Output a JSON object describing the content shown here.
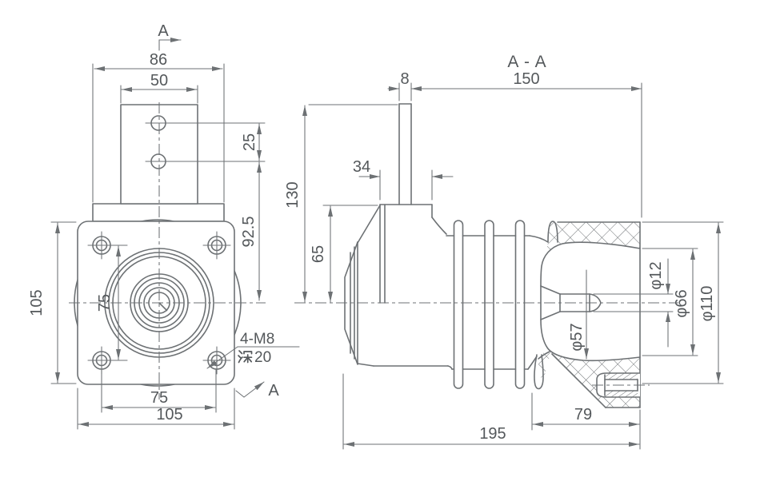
{
  "colors": {
    "line": "#6d7174",
    "text": "#54585b",
    "background": "#ffffff"
  },
  "front_view": {
    "section_marker_top": "A",
    "section_marker_bottom": "A",
    "dim_top_width_outer": "86",
    "dim_top_width_inner": "50",
    "dim_hole_pitch": "25",
    "dim_hole_to_centerline": "92.5",
    "dim_flange_size_left": "105",
    "dim_bolt_pitch_left": "75",
    "dim_bolt_pitch_bottom": "75",
    "dim_flange_size_bottom": "105",
    "thread_note": "4-M8",
    "thread_depth_note": "深20",
    "thread_depth_value": "20"
  },
  "section_view": {
    "title": "A - A",
    "dim_tab_thickness": "8",
    "dim_tab_to_end": "150",
    "dim_boss_width": "34",
    "dim_tab_height": "130",
    "dim_boss_height": "65",
    "dim_pin_diameter": "φ12",
    "dim_socket_opening_diameter": "φ66",
    "dim_outer_diameter": "φ110",
    "dim_socket_inner_diameter": "φ57",
    "dim_socket_depth": "79",
    "dim_overall_length": "195"
  }
}
